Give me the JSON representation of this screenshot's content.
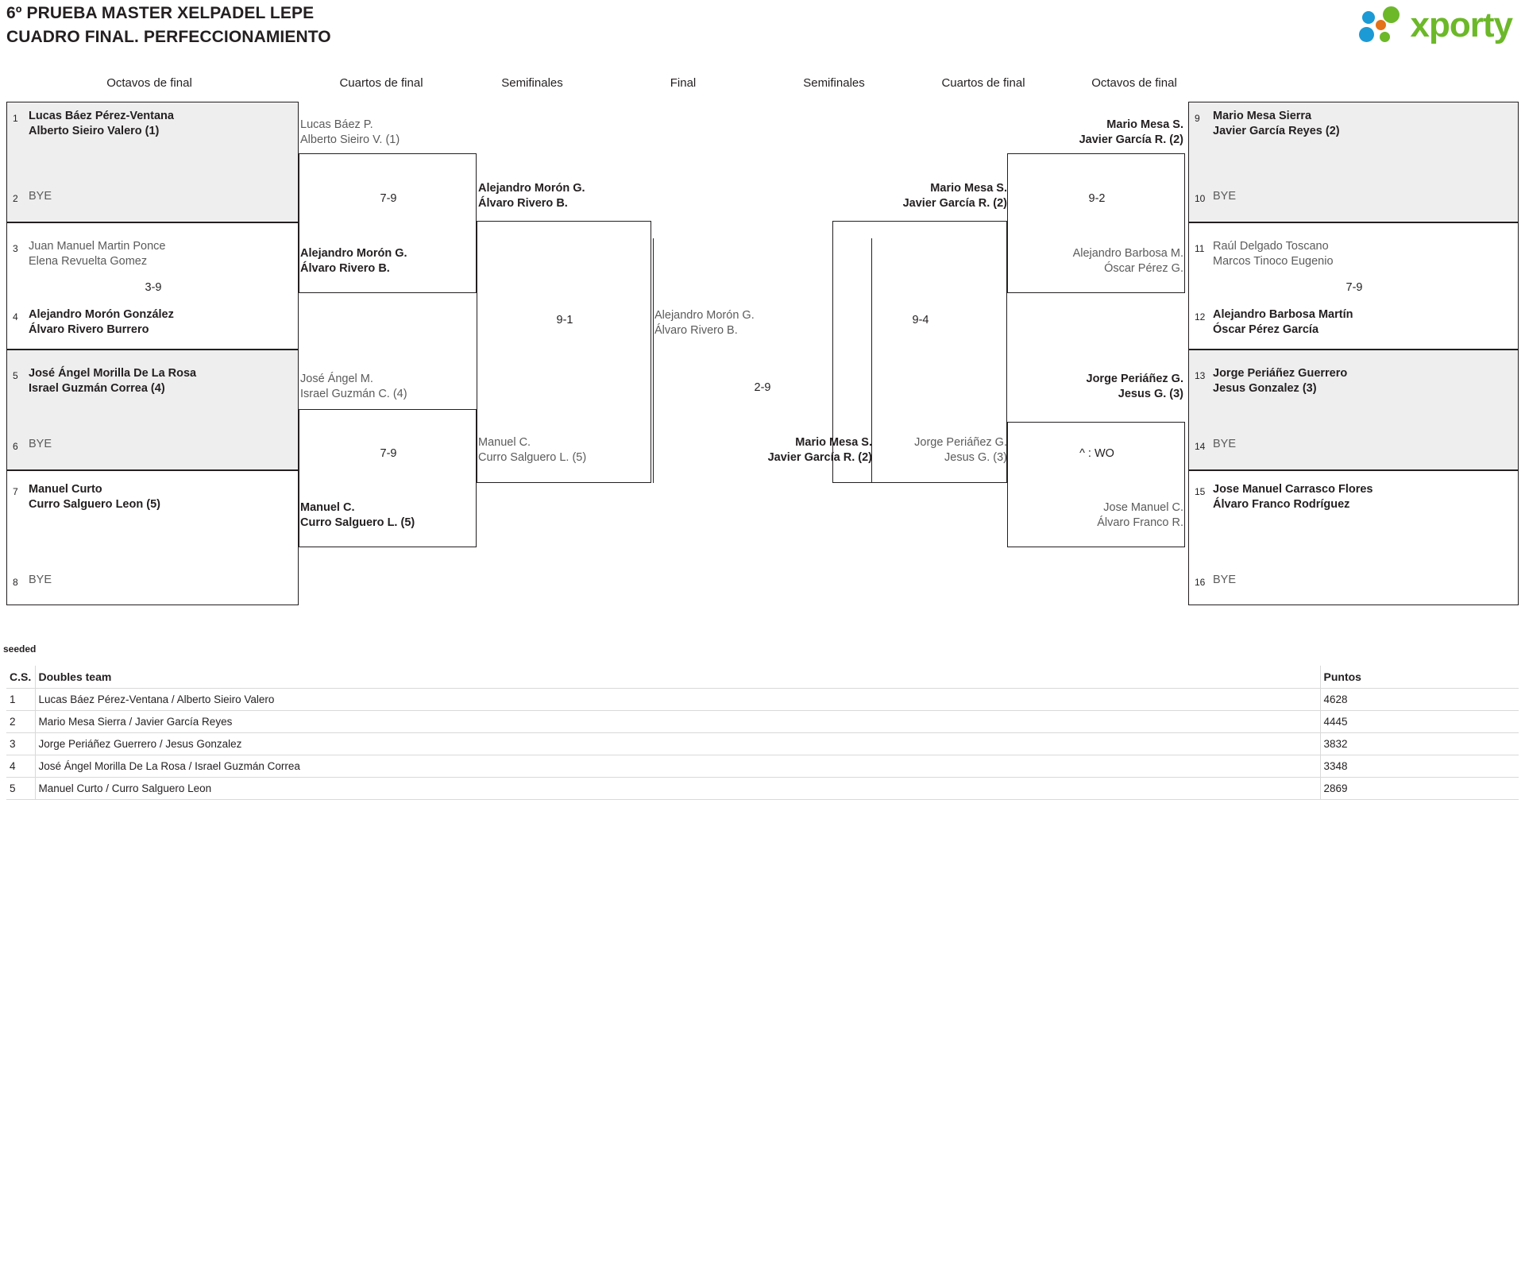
{
  "header": {
    "title_line1": "6º PRUEBA MASTER XELPADEL LEPE",
    "title_line2": "CUADRO FINAL. PERFECCIONAMIENTO",
    "logo_text": "xporty"
  },
  "round_headers": {
    "left_r16": "Octavos de final",
    "left_qf": "Cuartos de final",
    "left_sf": "Semifinales",
    "final": "Final",
    "right_sf": "Semifinales",
    "right_qf": "Cuartos de final",
    "right_r16": "Octavos de final"
  },
  "left_r16": [
    {
      "seed": "1",
      "p1": "Lucas Báez Pérez-Ventana",
      "p2": "Alberto Sieiro Valero (1)"
    },
    {
      "seed": "2",
      "p1": "BYE",
      "p2": ""
    },
    {
      "seed": "3",
      "p1": "Juan Manuel Martin Ponce",
      "p2": "Elena Revuelta Gomez"
    },
    {
      "seed": "4",
      "p1": "Alejandro Morón González",
      "p2": "Álvaro Rivero Burrero"
    },
    {
      "seed": "5",
      "p1": "José Ángel Morilla De La Rosa",
      "p2": "Israel Guzmán Correa (4)"
    },
    {
      "seed": "6",
      "p1": "BYE",
      "p2": ""
    },
    {
      "seed": "7",
      "p1": "Manuel Curto",
      "p2": "Curro Salguero Leon (5)"
    },
    {
      "seed": "8",
      "p1": "BYE",
      "p2": ""
    }
  ],
  "left_r16_scores": {
    "m1": "",
    "m2": "3-9",
    "m3": "",
    "m4": ""
  },
  "left_qf": [
    {
      "p1": "Lucas Báez P.",
      "p2": "Alberto Sieiro V. (1)",
      "score": "7-9"
    },
    {
      "p1": "Alejandro Morón G.",
      "p2": "Álvaro Rivero B.",
      "score": ""
    },
    {
      "p1": "José Ángel M.",
      "p2": "Israel Guzmán C. (4)",
      "score": "7-9"
    },
    {
      "p1": "Manuel C.",
      "p2": "Curro Salguero L. (5)",
      "score": ""
    }
  ],
  "left_sf": [
    {
      "p1": "Alejandro Morón G.",
      "p2": "Álvaro Rivero B.",
      "score": "9-1"
    },
    {
      "p1": "Manuel C.",
      "p2": "Curro Salguero L. (5)",
      "score": ""
    }
  ],
  "final": {
    "top_p1": "Alejandro Morón G.",
    "top_p2": "Álvaro Rivero B.",
    "score": "2-9",
    "winner_p1": "Mario Mesa S.",
    "winner_p2": "Javier García R. (2)"
  },
  "right_sf": [
    {
      "p1": "Mario Mesa S.",
      "p2": "Javier García R. (2)",
      "score": "9-4"
    },
    {
      "p1": "Jorge Periáñez G.",
      "p2": "Jesus G. (3)",
      "score": ""
    }
  ],
  "right_qf": [
    {
      "p1": "Mario Mesa S.",
      "p2": "Javier García R. (2)",
      "score": "9-2"
    },
    {
      "p1": "Alejandro Barbosa M.",
      "p2": "Óscar Pérez G.",
      "score": ""
    },
    {
      "p1": "Jorge Periáñez G.",
      "p2": "Jesus G. (3)",
      "score": "^ : WO"
    },
    {
      "p1": "Jose Manuel C.",
      "p2": "Álvaro Franco R.",
      "score": ""
    }
  ],
  "right_r16": [
    {
      "seed": "9",
      "p1": "Mario Mesa Sierra",
      "p2": "Javier García Reyes (2)"
    },
    {
      "seed": "10",
      "p1": "BYE",
      "p2": ""
    },
    {
      "seed": "11",
      "p1": "Raúl Delgado Toscano",
      "p2": "Marcos Tinoco Eugenio"
    },
    {
      "seed": "12",
      "p1": "Alejandro Barbosa Martín",
      "p2": "Óscar Pérez García"
    },
    {
      "seed": "13",
      "p1": "Jorge Periáñez Guerrero",
      "p2": "Jesus Gonzalez (3)"
    },
    {
      "seed": "14",
      "p1": "BYE",
      "p2": ""
    },
    {
      "seed": "15",
      "p1": "Jose Manuel Carrasco Flores",
      "p2": "Álvaro Franco Rodríguez"
    },
    {
      "seed": "16",
      "p1": "BYE",
      "p2": ""
    }
  ],
  "right_r16_scores": {
    "m1": "",
    "m2": "7-9",
    "m3": "",
    "m4": ""
  },
  "seeded_table": {
    "label": "seeded",
    "columns": {
      "cs": "C.S.",
      "team": "Doubles team",
      "puntos": "Puntos"
    },
    "rows": [
      {
        "cs": "1",
        "team": "Lucas Báez Pérez-Ventana / Alberto Sieiro Valero",
        "puntos": "4628"
      },
      {
        "cs": "2",
        "team": "Mario Mesa Sierra / Javier García Reyes",
        "puntos": "4445"
      },
      {
        "cs": "3",
        "team": "Jorge Periáñez Guerrero / Jesus Gonzalez",
        "puntos": "3832"
      },
      {
        "cs": "4",
        "team": "José Ángel Morilla De La Rosa / Israel Guzmán Correa",
        "puntos": "3348"
      },
      {
        "cs": "5",
        "team": "Manuel Curto / Curro Salguero Leon",
        "puntos": "2869"
      }
    ]
  }
}
